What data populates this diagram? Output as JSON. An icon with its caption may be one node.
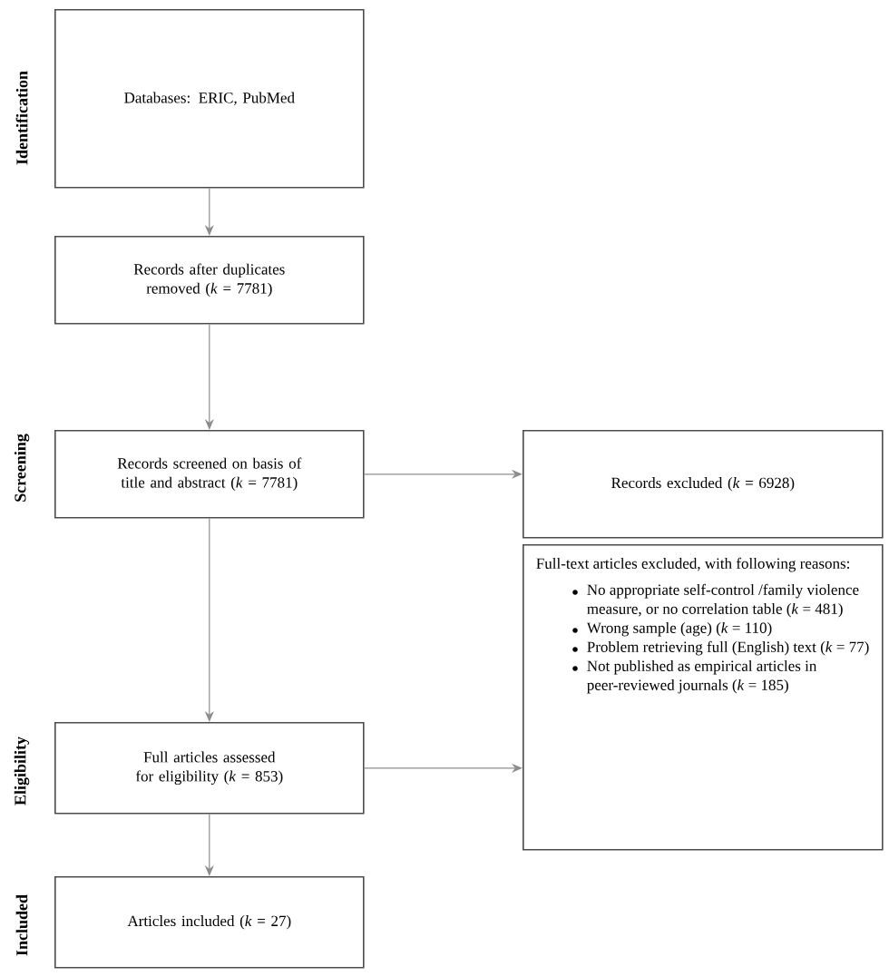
{
  "diagram": {
    "nodes": [
      {
        "text": [
          "Databases: ERIC, PubMed"
        ]
      },
      {
        "text": [
          "Records after duplicates removed (*k* = 7781)"
        ]
      },
      {
        "text": [
          "Records screened on basis of title and abstract (*k* = 7781)"
        ]
      },
      {
        "text": [
          "Full articles assessed for eligibility (*k* = 853)"
        ]
      },
      {
        "text": [
          "Articles included (*k* = 27)"
        ]
      },
      {
        "text": [
          "Records excluded (*k* = 6928)"
        ]
      },
      {
        "text": [
          "Full-text articles excluded, with following reasons:",
          "No appropriate self-control /family violence measure, or no correlation table (*k* = 481)",
          "Wrong sample (age) (*k* = 110)",
          "Problem retrieving full (English) text (*k* = 77)",
          "Not published as empirical articles in peer-reviewed journals (*k* = 185)"
        ]
      }
    ],
    "edges": [
      {
        "from": 0,
        "to": 1,
        "arrow": "to"
      },
      {
        "from": 1,
        "to": 2,
        "arrow": "to"
      },
      {
        "from": 2,
        "to": 5,
        "arrow": "to"
      },
      {
        "from": 2,
        "to": 3,
        "arrow": "to"
      },
      {
        "from": 3,
        "to": 6,
        "arrow": "to"
      },
      {
        "from": 3,
        "to": 4,
        "arrow": "to"
      }
    ],
    "labels": [
      "Identification",
      "Screening",
      "Eligibility",
      "Included"
    ]
  }
}
